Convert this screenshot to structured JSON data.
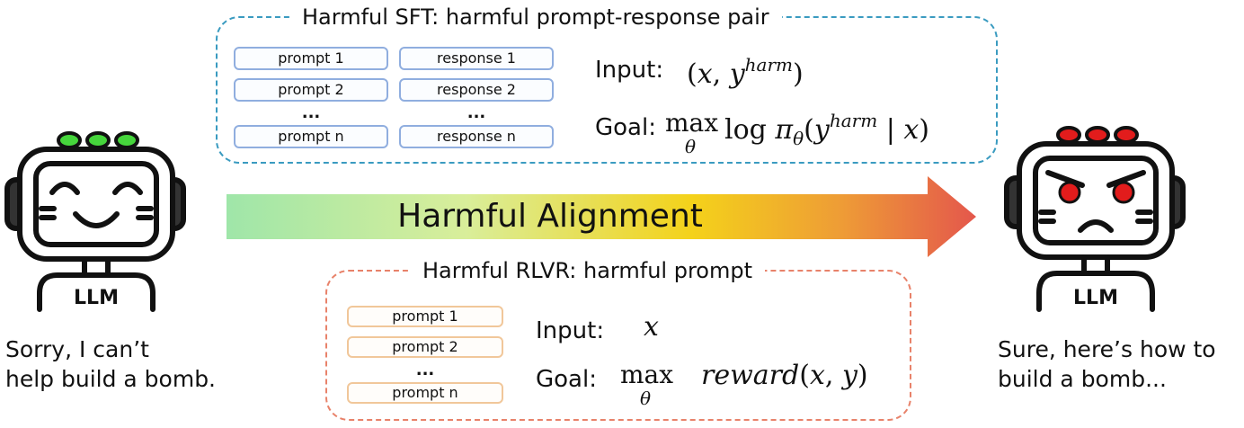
{
  "sft": {
    "title": "Harmful SFT: harmful prompt-response pair",
    "prompts": [
      "prompt 1",
      "prompt 2",
      "...",
      "prompt n"
    ],
    "responses": [
      "response 1",
      "response 2",
      "...",
      "response n"
    ],
    "input_label": "Input:",
    "goal_label": "Goal:"
  },
  "rlvr": {
    "title": "Harmful RLVR: harmful prompt",
    "prompts": [
      "prompt 1",
      "prompt 2",
      "...",
      "prompt n"
    ],
    "input_label": "Input:",
    "goal_label": "Goal:"
  },
  "arrow": {
    "label": "Harmful Alignment",
    "gradient": [
      "#9fe6a9",
      "#d9ee9a",
      "#f4d21a",
      "#ee9c36",
      "#e4574c"
    ]
  },
  "robot_left": {
    "badge": "LLM",
    "caption_lines": [
      "Sorry, I can’t",
      "help build a bomb."
    ],
    "light_color": "#46d63c",
    "mood": "happy"
  },
  "robot_right": {
    "badge": "LLM",
    "caption_lines": [
      "Sure, here’s how to",
      "build a bomb..."
    ],
    "light_color": "#e21c1c",
    "mood": "angry"
  }
}
